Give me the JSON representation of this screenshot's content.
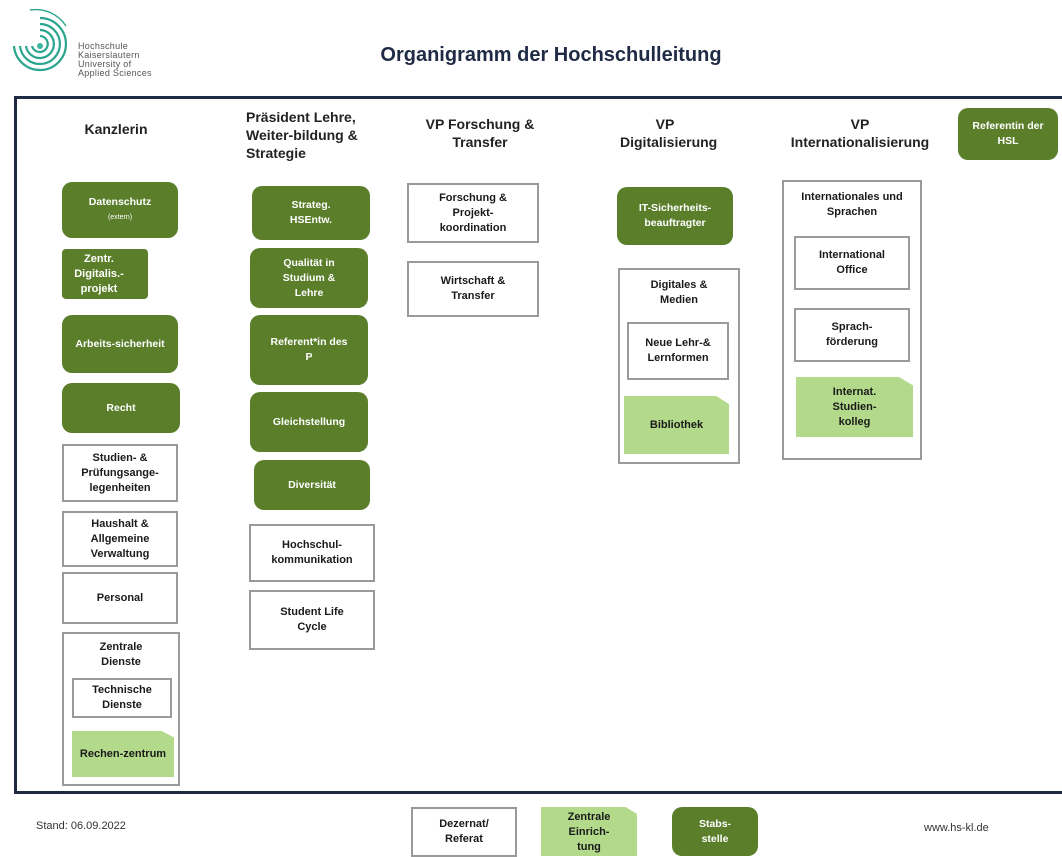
{
  "logo": {
    "lines": [
      "Hochschule",
      "Kaiserslautern",
      "University of",
      "Applied Sciences"
    ]
  },
  "title": "Organigramm der Hochschulleitung",
  "kanzlerin": {
    "header": "Kanzlerin",
    "datenschutz": "Datenschutz",
    "datenschutz_note": "(extern)",
    "digitalis": "Zentr. Digitalis.-projekt",
    "arbeitssicherheit": "Arbeits-sicherheit",
    "recht": "Recht",
    "studien": "Studien- & Prüfungsange-legenheiten",
    "haushalt": "Haushalt & Allgemeine Verwaltung",
    "personal": "Personal",
    "zentrale_dienste": "Zentrale Dienste",
    "technische_dienste": "Technische Dienste",
    "rechenzentrum": "Rechen-zentrum"
  },
  "praesident": {
    "header": "Präsident Lehre, Weiter-bildung & Strategie",
    "strateg": "Strateg. HSEntw.",
    "qualitaet": "Qualität in Studium & Lehre",
    "referent": "Referent*in des P",
    "gleichstellung": "Gleichstellung",
    "diversitaet": "Diversität",
    "hochschulkommunikation": "Hochschul-kommunikation",
    "student_life": "Student Life Cycle"
  },
  "vp_forschung": {
    "header": "VP Forschung & Transfer",
    "forschung": "Forschung & Projekt-koordination",
    "wirtschaft": "Wirtschaft & Transfer"
  },
  "vp_digital": {
    "header": "VP Digitalisierung",
    "it_sicherheit": "IT-Sicherheits-beauftragter",
    "digitales": "Digitales & Medien",
    "neue_lehr": "Neue Lehr-& Lernformen",
    "bibliothek": "Bibliothek"
  },
  "vp_international": {
    "header": "VP Internationalisierung",
    "internationales": "Internationales und Sprachen",
    "international_office": "International Office",
    "sprachfoerderung": "Sprach-förderung",
    "studienkolleg": "Internat. Studien-kolleg"
  },
  "referentin_hsl": "Referentin der HSL",
  "footer": {
    "stand": "Stand: 06.09.2022",
    "legend_dezernat": "Dezernat/ Referat",
    "legend_zentrale": "Zentrale Einrich-tung",
    "legend_stabs": "Stabs-stelle",
    "url": "www.hs-kl.de"
  },
  "colors": {
    "green": "#5b7e2b",
    "light_green": "#b3d98a",
    "frame": "#1f2a44",
    "outline": "#9a9a9a"
  }
}
